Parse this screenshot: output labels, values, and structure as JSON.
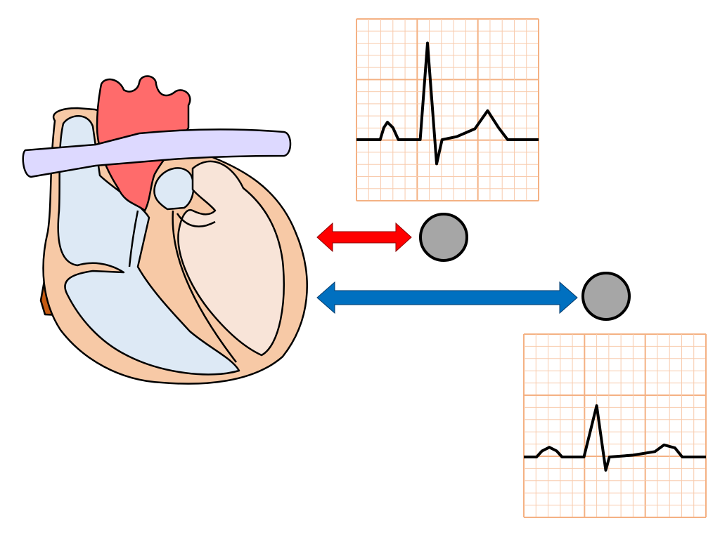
{
  "colors": {
    "background": "#ffffff",
    "outline": "#000000",
    "aorta": "#ff6b6b",
    "pulmonary_vessel": "#ddd9ff",
    "right_heart_chamber": "#dde9f5",
    "left_heart_chamber": "#f8e4d8",
    "myocardium": "#f7c9a6",
    "vena_cava": "#c55a11",
    "ecg_grid_major": "#f4b183",
    "ecg_grid_minor": "#f8cbad",
    "ecg_trace": "#000000",
    "arrow_near": "#ff0000",
    "arrow_far": "#0070c0",
    "electrode": "#a6a6a6"
  },
  "icons": {
    "heart": "heart-cross-section-icon",
    "electrode": "electrode-icon"
  },
  "ecg_strips": [
    {
      "waveform": "large-amplitude",
      "points": [
        [
          0,
          0
        ],
        [
          0.13,
          0
        ],
        [
          0.15,
          0.2
        ],
        [
          0.17,
          0.29
        ],
        [
          0.2,
          0.2
        ],
        [
          0.23,
          0
        ],
        [
          0.35,
          0
        ],
        [
          0.39,
          1.6
        ],
        [
          0.44,
          -0.4
        ],
        [
          0.47,
          0
        ],
        [
          0.55,
          0.05
        ],
        [
          0.65,
          0.18
        ],
        [
          0.72,
          0.48
        ],
        [
          0.78,
          0.2
        ],
        [
          0.83,
          0
        ],
        [
          1,
          0
        ]
      ]
    },
    {
      "waveform": "small-amplitude",
      "points": [
        [
          0,
          0
        ],
        [
          0.07,
          0
        ],
        [
          0.1,
          0.1
        ],
        [
          0.14,
          0.16
        ],
        [
          0.18,
          0.1
        ],
        [
          0.21,
          0
        ],
        [
          0.33,
          0
        ],
        [
          0.4,
          0.85
        ],
        [
          0.45,
          -0.22
        ],
        [
          0.47,
          0
        ],
        [
          0.6,
          0.03
        ],
        [
          0.72,
          0.09
        ],
        [
          0.77,
          0.2
        ],
        [
          0.83,
          0.15
        ],
        [
          0.87,
          0
        ],
        [
          1,
          0
        ]
      ]
    }
  ]
}
